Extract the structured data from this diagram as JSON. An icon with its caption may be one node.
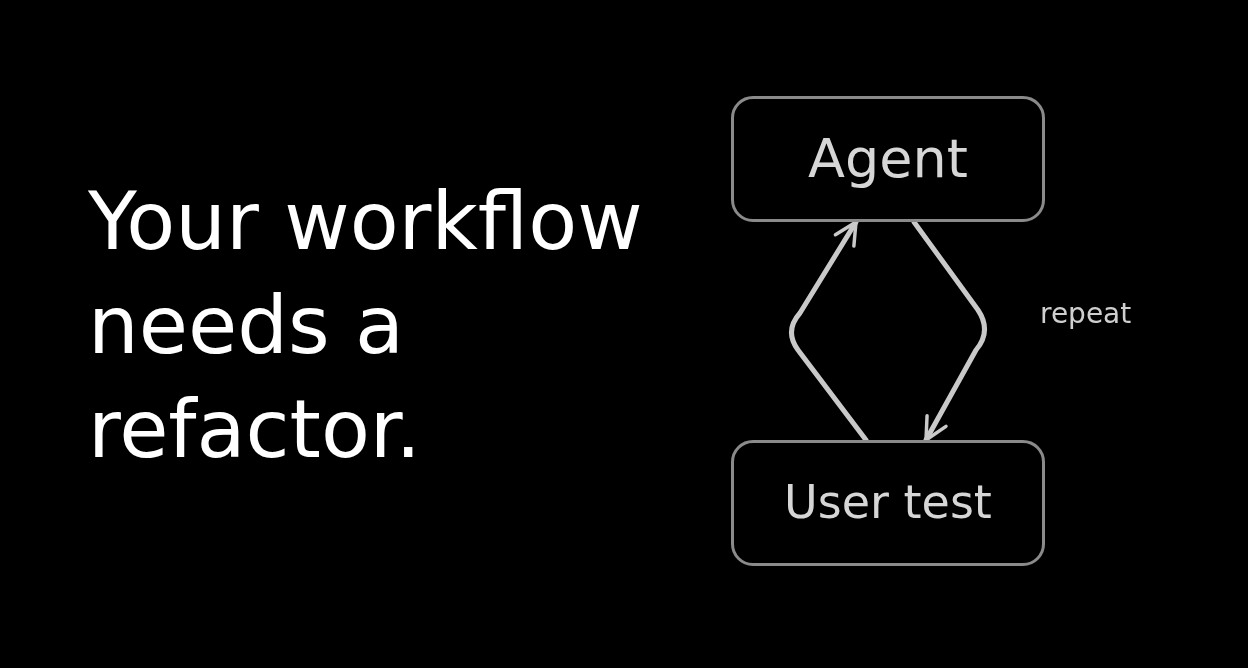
{
  "diagram": {
    "title": "Your workflow needs a refactor.",
    "nodes": [
      {
        "text": [
          "Agent"
        ]
      },
      {
        "text": [
          "User test"
        ]
      }
    ],
    "edges": [
      {
        "from": 1,
        "to": 0,
        "arrow": "to"
      },
      {
        "from": 0,
        "to": 1,
        "arrow": "to",
        "label": "repeat"
      }
    ]
  }
}
